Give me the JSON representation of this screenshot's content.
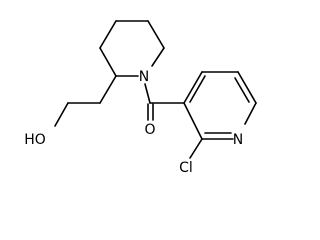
{
  "structure": {
    "atom_labels": {
      "hydroxyl": "HO",
      "piperidine_nitrogen": "N",
      "carbonyl_oxygen": "O",
      "pyridine_nitrogen": "N",
      "chlorine": "Cl"
    },
    "colors": {
      "bond": "#000000",
      "label": "#000000",
      "background": "#ffffff"
    }
  }
}
